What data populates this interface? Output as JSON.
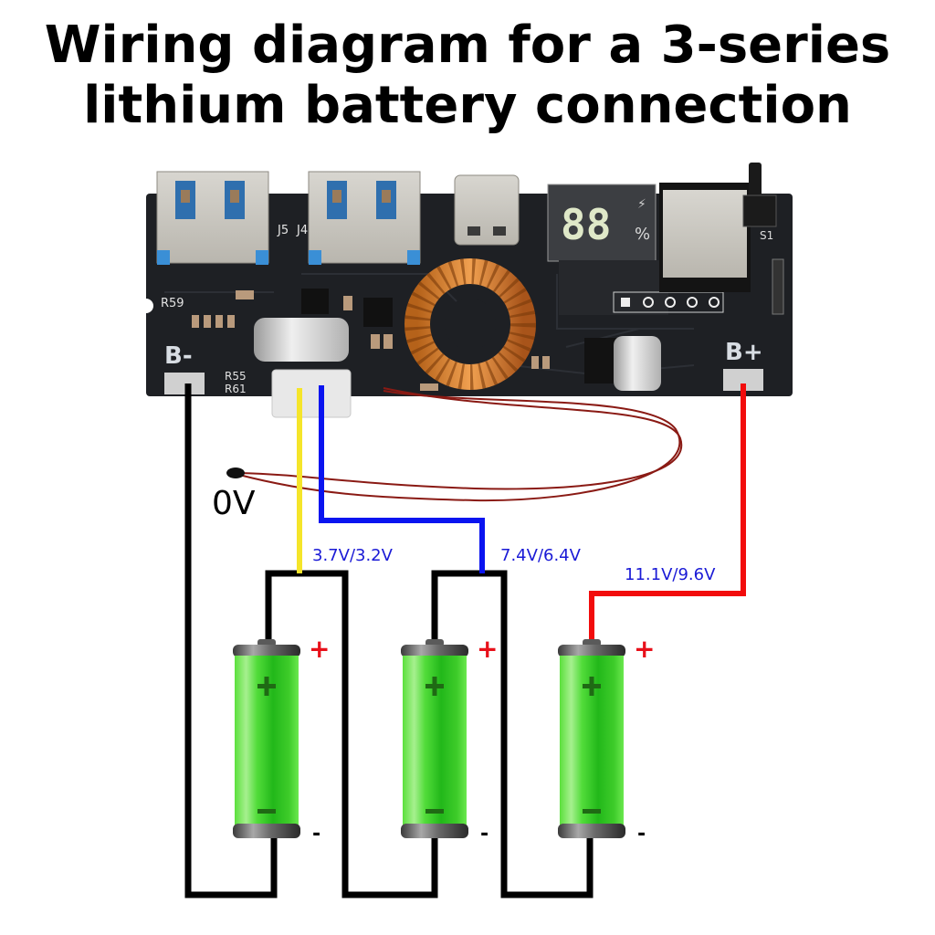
{
  "title": {
    "line1": "Wiring diagram for a 3-series",
    "line2": "lithium battery connection"
  },
  "board": {
    "pad_labels": {
      "negative": "B-",
      "positive": "B+"
    },
    "silkscreen": [
      "R59",
      "R55",
      "R61",
      "J5",
      "J4",
      "S1"
    ],
    "display_digits": "88",
    "display_unit": "%"
  },
  "labels": {
    "zero_volt": "0V",
    "tap1": "3.7V/3.2V",
    "tap2": "7.4V/6.4V",
    "tap3": "11.1V/9.6V"
  },
  "batteries": [
    {
      "id": "cell-1",
      "plus": "+",
      "minus": "-"
    },
    {
      "id": "cell-2",
      "plus": "+",
      "minus": "-"
    },
    {
      "id": "cell-3",
      "plus": "+",
      "minus": "-"
    }
  ],
  "colors": {
    "negative_wire": "#000000",
    "tap1_wire": "#f5e52a",
    "tap2_wire": "#0a14f0",
    "positive_wire": "#f20c0c",
    "voltage_label": "#1a1ad6",
    "plus_mark": "#e8101a",
    "battery_green": "#3fd82a",
    "pcb": "#1e2024",
    "thermistor_wire": "#8a1a14"
  }
}
